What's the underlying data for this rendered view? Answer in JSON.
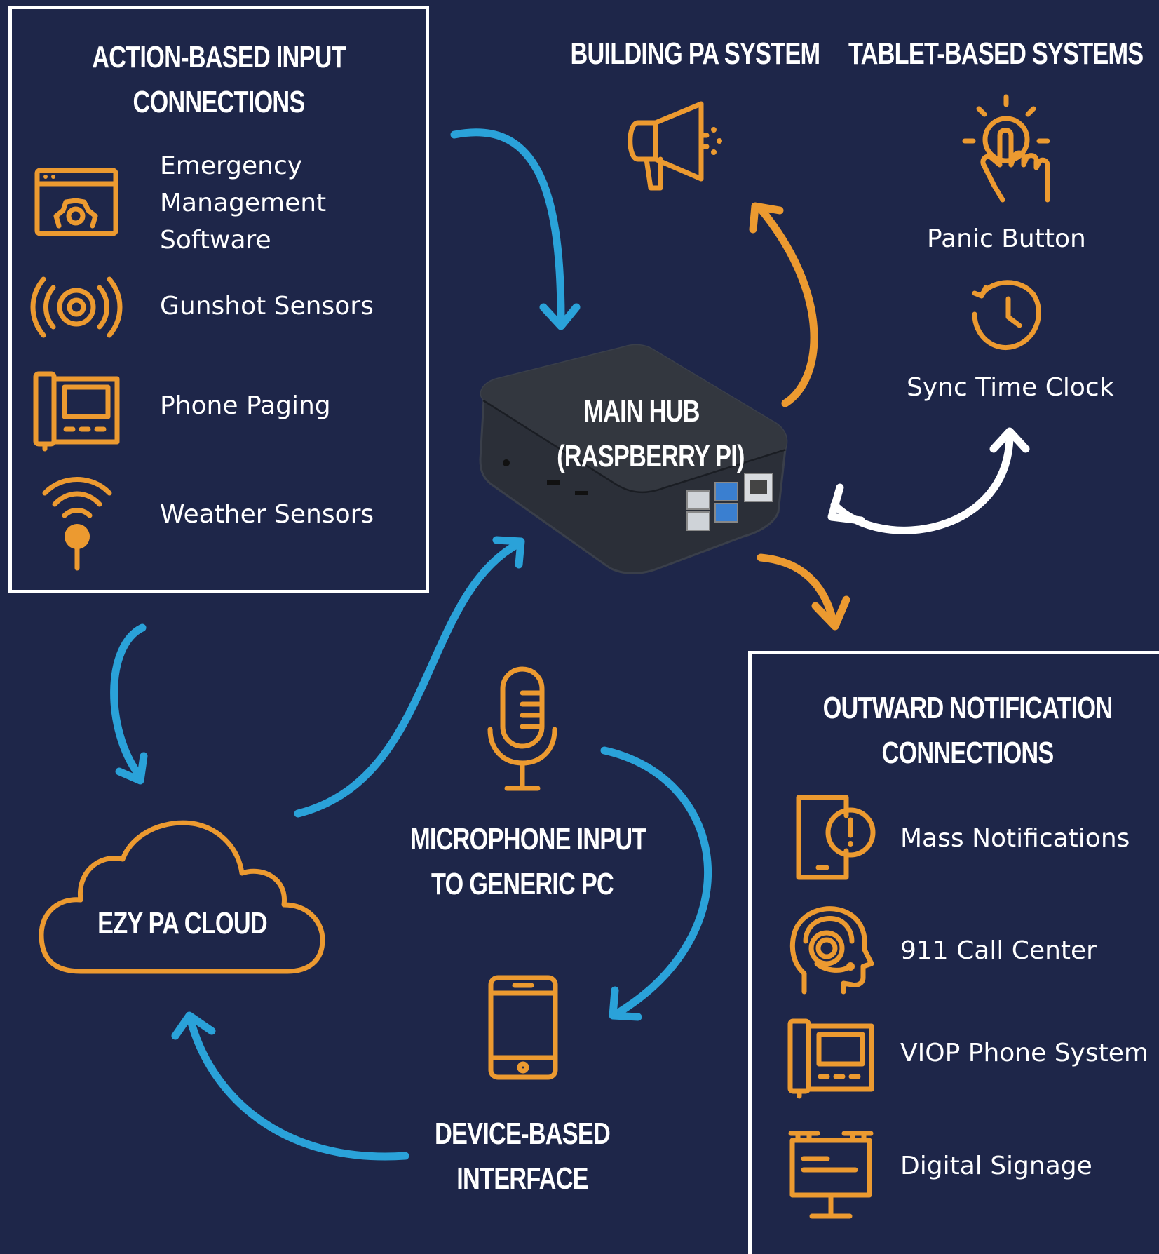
{
  "input_panel": {
    "title_line1": "ACTION-BASED INPUT",
    "title_line2": "CONNECTIONS",
    "items": [
      {
        "icon": "management-software-icon",
        "lines": [
          "Emergency",
          "Management",
          "Software"
        ]
      },
      {
        "icon": "gunshot-sensor-icon",
        "label": "Gunshot Sensors"
      },
      {
        "icon": "desk-phone-icon",
        "label": "Phone Paging"
      },
      {
        "icon": "weather-sensor-icon",
        "label": "Weather Sensors"
      }
    ]
  },
  "building_pa": {
    "title": "BUILDING PA SYSTEM",
    "icon": "megaphone-icon"
  },
  "tablet_systems": {
    "title": "TABLET-BASED SYSTEMS",
    "items": [
      {
        "icon": "panic-button-icon",
        "label": "Panic Button"
      },
      {
        "icon": "clock-icon",
        "label": "Sync Time Clock"
      }
    ]
  },
  "hub": {
    "line1": "MAIN HUB",
    "line2": "(RASPBERRY PI)",
    "icon": "raspberry-pi-case-icon"
  },
  "cloud": {
    "label": "EZY PA CLOUD",
    "icon": "cloud-icon"
  },
  "microphone": {
    "line1": "MICROPHONE INPUT",
    "line2": "TO GENERIC PC",
    "icon": "microphone-icon"
  },
  "device": {
    "line1": "DEVICE-BASED",
    "line2": "INTERFACE",
    "icon": "smartphone-icon"
  },
  "output_panel": {
    "title_line1": "OUTWARD NOTIFICATION",
    "title_line2": "CONNECTIONS",
    "items": [
      {
        "icon": "mass-notification-icon",
        "label": "Mass Notifications"
      },
      {
        "icon": "call-center-headset-icon",
        "label": "911 Call Center"
      },
      {
        "icon": "voip-phone-icon",
        "label": "VIOP Phone System"
      },
      {
        "icon": "digital-signage-icon",
        "label": "Digital Signage"
      }
    ]
  },
  "colors": {
    "background": "#1e2649",
    "accent_orange": "#ec9a30",
    "accent_blue": "#2aa2d9",
    "border": "#ffffff"
  }
}
